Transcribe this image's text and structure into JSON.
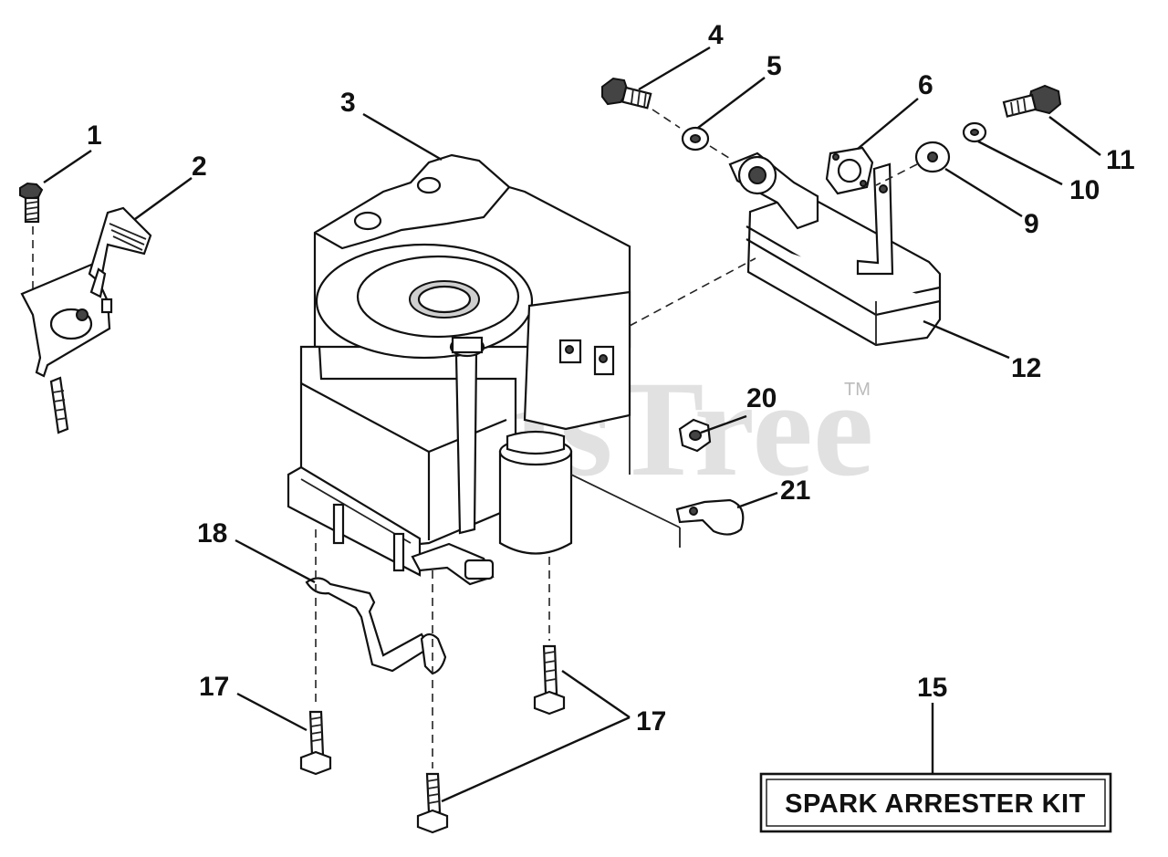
{
  "watermark": {
    "text": "PartsTree",
    "tm": "TM"
  },
  "callouts": {
    "c1": "1",
    "c2": "2",
    "c3": "3",
    "c4": "4",
    "c5": "5",
    "c6": "6",
    "c9": "9",
    "c10": "10",
    "c11": "11",
    "c12": "12",
    "c15": "15",
    "c17a": "17",
    "c17b": "17",
    "c18": "18",
    "c20": "20",
    "c21": "21"
  },
  "kit": {
    "label": "SPARK ARRESTER KIT"
  },
  "icons": {
    "engine": "engine-assembly-icon",
    "muffler": "muffler-icon",
    "bolt": "bolt-icon",
    "washer": "washer-icon",
    "gasket": "gasket-icon",
    "throttle": "throttle-control-icon",
    "nut": "nut-icon",
    "clamp": "clamp-icon",
    "rod": "rod-icon"
  },
  "colors": {
    "line": "#111111",
    "watermark": "#c9c9c9",
    "background": "#ffffff"
  }
}
